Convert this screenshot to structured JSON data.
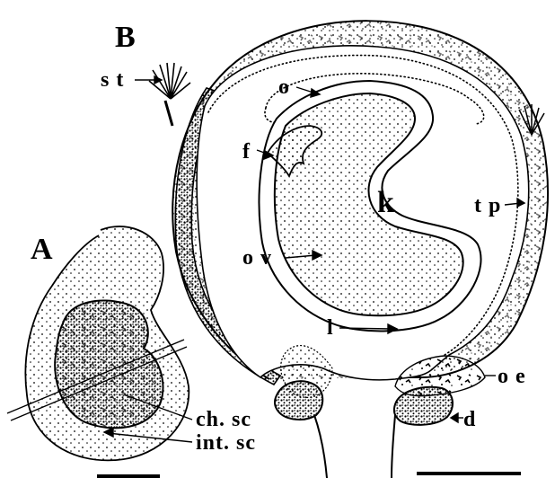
{
  "panels": {
    "a": "A",
    "b": "B"
  },
  "labels": {
    "st": "s t",
    "o": "o",
    "f": "f",
    "k": "k",
    "tp": "t p",
    "ov": "o v",
    "l": "l",
    "oe": "o e",
    "d": "d",
    "ch_sc": "ch. sc",
    "int_sc": "int. sc"
  }
}
